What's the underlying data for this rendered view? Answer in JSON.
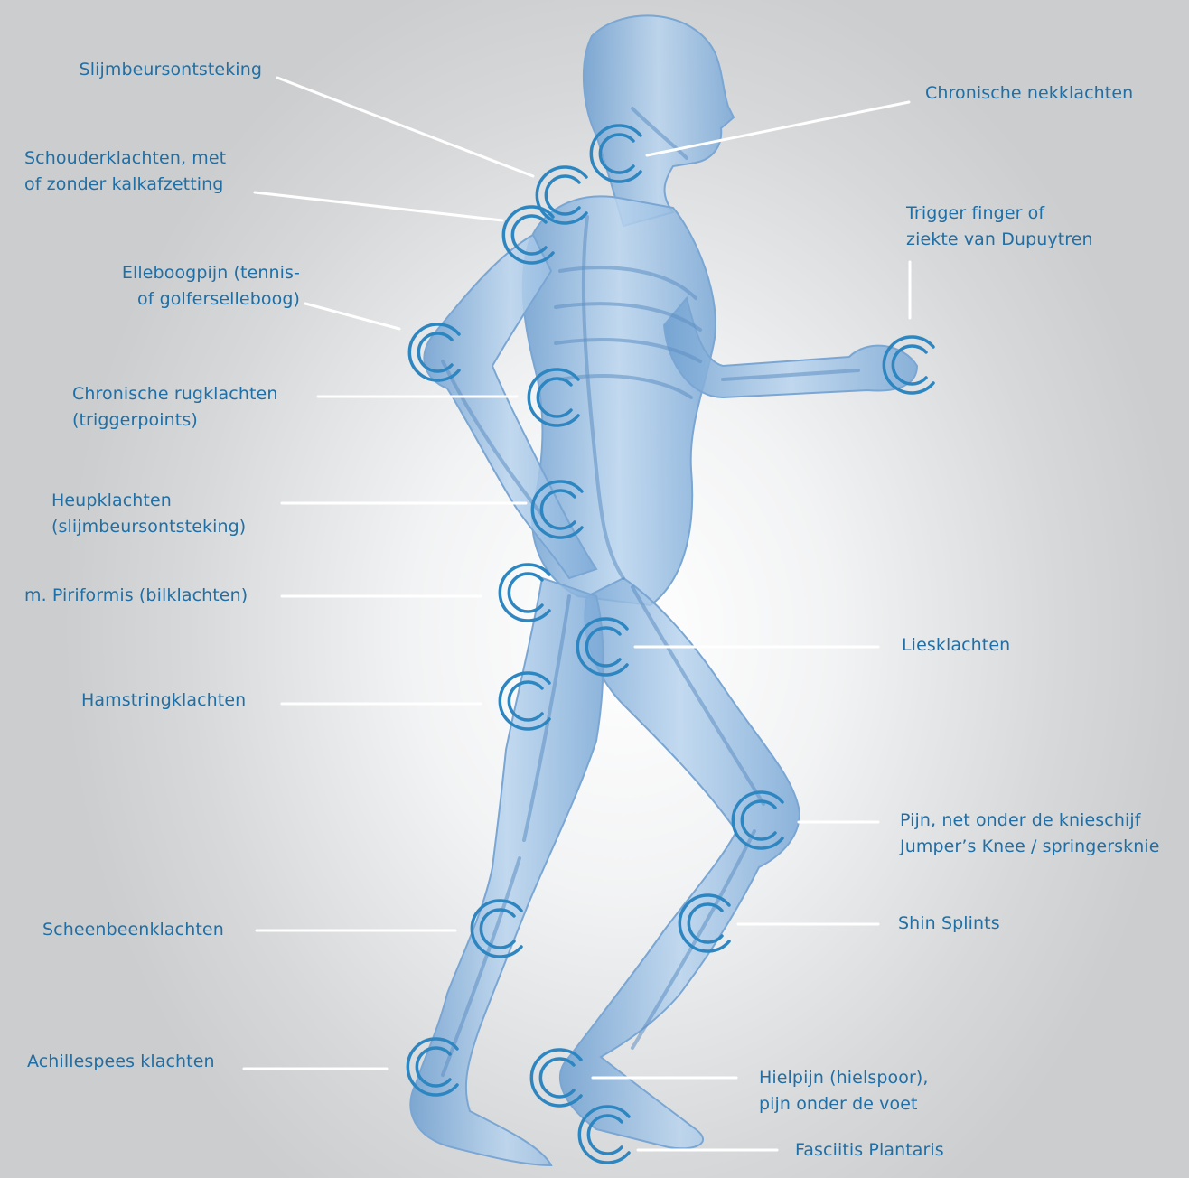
{
  "labels": {
    "slijmbeurs": "Slijmbeursontsteking",
    "schouder_1": "Schouderklachten, met",
    "schouder_2": "of zonder kalkafzetting",
    "elleboog_1": "Elleboogpijn (tennis-",
    "elleboog_2": "of golferselleboog)",
    "rug_1": "Chronische rugklachten",
    "rug_2": "(triggerpoints)",
    "heup_1": "Heupklachten",
    "heup_2": "(slijmbeursontsteking)",
    "piriformis": "m. Piriformis (bilklachten)",
    "hamstring": "Hamstringklachten",
    "scheenbeen": "Scheenbeenklachten",
    "achilles": "Achillespees klachten",
    "nek": "Chronische nekklachten",
    "trigger_1": "Trigger finger of",
    "trigger_2": "ziekte van Dupuytren",
    "lies": "Liesklachten",
    "knie_1": "Pijn, net onder de knieschijf",
    "knie_2": "Jumper’s Knee / springersknie",
    "shin": "Shin Splints",
    "hiel_1": "Hielpijn (hielspoor),",
    "hiel_2": "pijn onder de voet",
    "fasciitis": "Fasciitis Plantaris"
  },
  "colors": {
    "label_text": "#1f6fa6",
    "marker": "#2e86c1",
    "leader_line": "#ffffff",
    "body_fill": "#8fb8e0",
    "bone_fill": "#6f9fcf"
  },
  "marker_icon": "copyright-c-icon"
}
